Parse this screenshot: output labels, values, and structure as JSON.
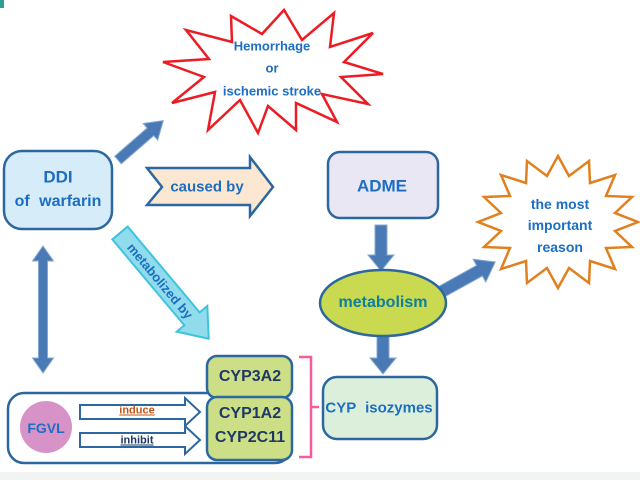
{
  "diagram_title": "DDI of warfarin mechanism diagram",
  "palette": {
    "steel_blue_arrow": "#4a7ab5",
    "box_border_blue": "#2c679f",
    "text_blue": "#1b6ec2",
    "text_navy": "#1f3864",
    "text_teal": "#0e7f9c",
    "text_orange": "#c0561a",
    "red_burst_stroke": "#ec1c24",
    "orange_burst_stroke": "#e0801f",
    "cyan_arrow_fill": "#90dcec",
    "pink_bracket": "#f45d9d",
    "ddi_box_fill": "#d7ecf9",
    "adme_box_fill": "#e9e7f3",
    "metabolism_fill": "#c9da50",
    "cyp_green_fill": "#ccdf86",
    "cyp_isozymes_fill": "#dcefdb",
    "fgvl_fill": "#d793c7",
    "caused_by_fill": "#fce8d2"
  },
  "nodes": {
    "hemorrhage_star": {
      "line1": "Hemorrhage",
      "line2": "or",
      "line3": "ischemic stroke"
    },
    "ddi_box": {
      "line1": "DDI",
      "line2": "of warfarin"
    },
    "adme_box": {
      "label": "ADME"
    },
    "important_star": {
      "line1": "the most",
      "line2": "important",
      "line3": "reason"
    },
    "metabolism_ellipse": {
      "label": "metabolism"
    },
    "cyp_isozymes_box": {
      "label": "CYP isozymes"
    },
    "cyp_group": {
      "cyp3a2": "CYP3A2",
      "cyp1a2": "CYP1A2",
      "cyp2c11": "CYP2C11"
    },
    "fgvl_circle": {
      "label": "FGVL"
    }
  },
  "arrows": {
    "caused_by": {
      "label": "caused by"
    },
    "metabolized_by": {
      "label": "metabolized by"
    },
    "induce": {
      "label": "induce"
    },
    "inhibit": {
      "label": "inhibit"
    }
  }
}
